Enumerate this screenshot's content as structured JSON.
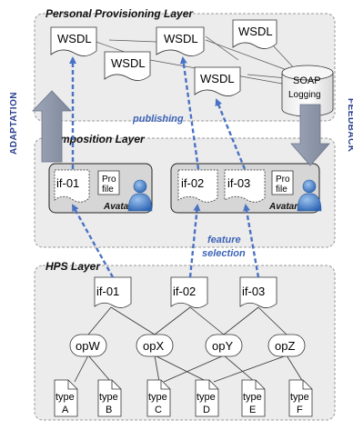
{
  "layers": {
    "personal": "Personal Provisioning Layer",
    "composition": "Composition Layer",
    "hps": "HPS Layer"
  },
  "wsdl_docs": [
    "WSDL",
    "WSDL",
    "WSDL",
    "WSDL",
    "WSDL"
  ],
  "soap": {
    "title": "SOAP",
    "subtitle": "Logging"
  },
  "labels": {
    "publishing": "publishing",
    "feature_selection_1": "feature",
    "feature_selection_2": "selection",
    "adaptation": "ADAPTATION",
    "feedback": "FEEDBACK",
    "avatar": "Avatar",
    "profile_1": "Pro",
    "profile_2": "file"
  },
  "avatar_left": {
    "interfaces": [
      "if-01"
    ]
  },
  "avatar_right": {
    "interfaces": [
      "if-02",
      "if-03"
    ]
  },
  "hps_interfaces": [
    "if-01",
    "if-02",
    "if-03"
  ],
  "operations": [
    "opW",
    "opX",
    "opY",
    "opZ"
  ],
  "types": [
    {
      "word": "type",
      "letter": "A"
    },
    {
      "word": "type",
      "letter": "B"
    },
    {
      "word": "type",
      "letter": "C"
    },
    {
      "word": "type",
      "letter": "D"
    },
    {
      "word": "type",
      "letter": "E"
    },
    {
      "word": "type",
      "letter": "F"
    }
  ],
  "colors": {
    "layer_fill": "#ececec",
    "layer_border": "#9a9a9a",
    "avatar_box": "#d6d6d6",
    "arrow_blue": "#4a72c4",
    "adapt_arrow": "#8a94a8",
    "person_blue": "#4d82c8"
  }
}
